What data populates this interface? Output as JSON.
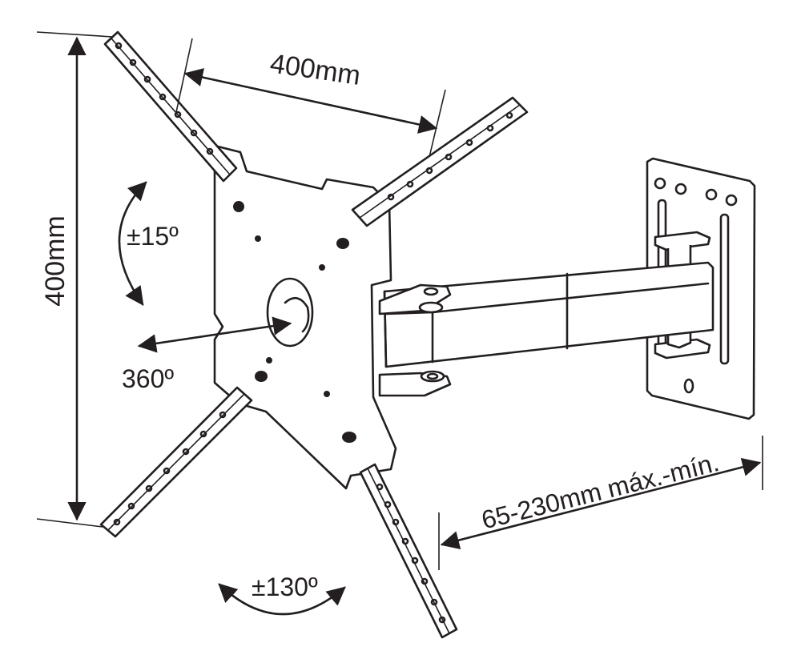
{
  "labels": {
    "height": "400mm",
    "width": "400mm",
    "tilt": "±15º",
    "rotation": "360º",
    "extension": "65-230mm máx.-mín.",
    "swivel": "±130º"
  },
  "colors": {
    "line": "#231f20",
    "background": "#ffffff"
  }
}
